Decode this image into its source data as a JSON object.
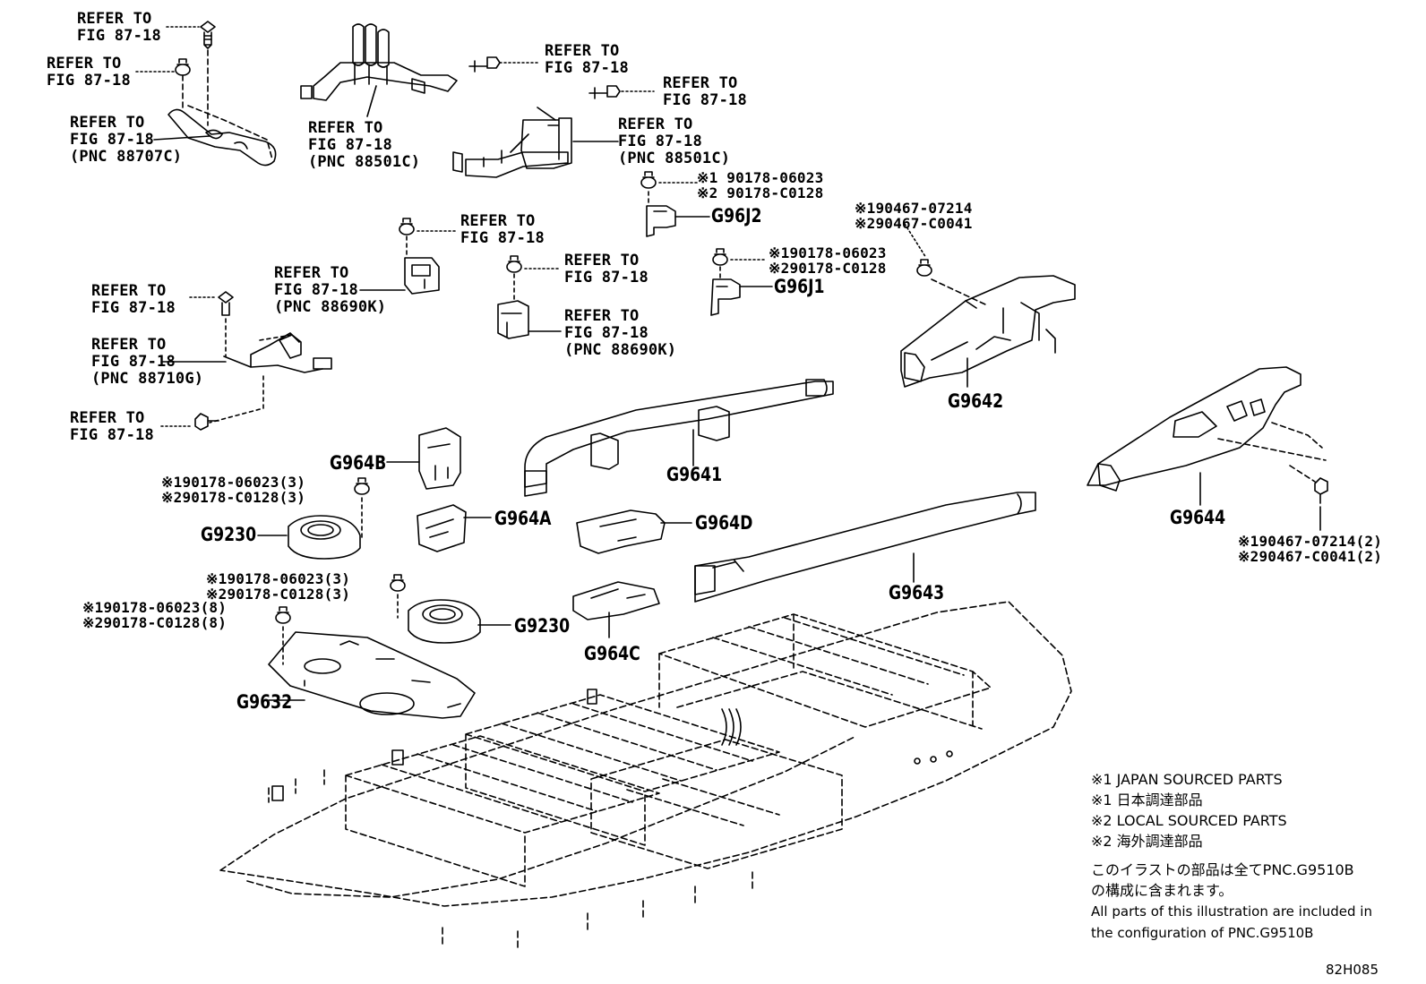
{
  "refer_labels": {
    "r1": "REFER TO\nFIG 87-18",
    "r2": "REFER TO\nFIG 87-18",
    "r3": "REFER TO\nFIG 87-18\n(PNC 88707C)",
    "r4": "REFER TO\nFIG 87-18\n(PNC 88501C)",
    "r5": "REFER TO\nFIG 87-18",
    "r6": "REFER TO\nFIG 87-18",
    "r7": "REFER TO\nFIG 87-18\n(PNC 88501C)",
    "r8": "REFER TO\nFIG 87-18",
    "r9": "REFER TO\nFIG 87-18\n(PNC 88690K)",
    "r10": "REFER TO\nFIG 87-18",
    "r11": "REFER TO\nFIG 87-18",
    "r12": "REFER TO\nFIG 87-18\n(PNC 88690K)",
    "r13": "REFER TO\nFIG 87-18\n(PNC 88710G)",
    "r14": "REFER TO\nFIG 87-18"
  },
  "part_codes": {
    "c1": "※1 90178-06023\n※2 90178-C0128",
    "c2": "※190467-07214\n※290467-C0041",
    "c3": "※190178-06023\n※290178-C0128",
    "c4": "※190178-06023(3)\n※290178-C0128(3)",
    "c5": "※190178-06023(3)\n※290178-C0128(3)",
    "c6": "※190178-06023(8)\n※290178-C0128(8)",
    "c7": "※190467-07214(2)\n※290467-C0041(2)"
  },
  "part_numbers": {
    "g96j2": "G96J2",
    "g96j1": "G96J1",
    "g9642": "G9642",
    "g964b": "G964B",
    "g9641": "G9641",
    "g9230a": "G9230",
    "g964a": "G964A",
    "g964d": "G964D",
    "g9644": "G9644",
    "g9643": "G9643",
    "g9230b": "G9230",
    "g964c": "G964C",
    "g9632": "G9632"
  },
  "notes": {
    "n1": "※1 JAPAN SOURCED PARTS",
    "n2": "※1 日本調達部品",
    "n3": "※2 LOCAL SOURCED PARTS",
    "n4": "※2 海外調達部品",
    "n5": "このイラストの部品は全てPNC.G9510B\nの構成に含まれます。",
    "n6": "All parts of this illustration are included in\nthe configuration of PNC.G9510B"
  },
  "figure_id": "82H085"
}
